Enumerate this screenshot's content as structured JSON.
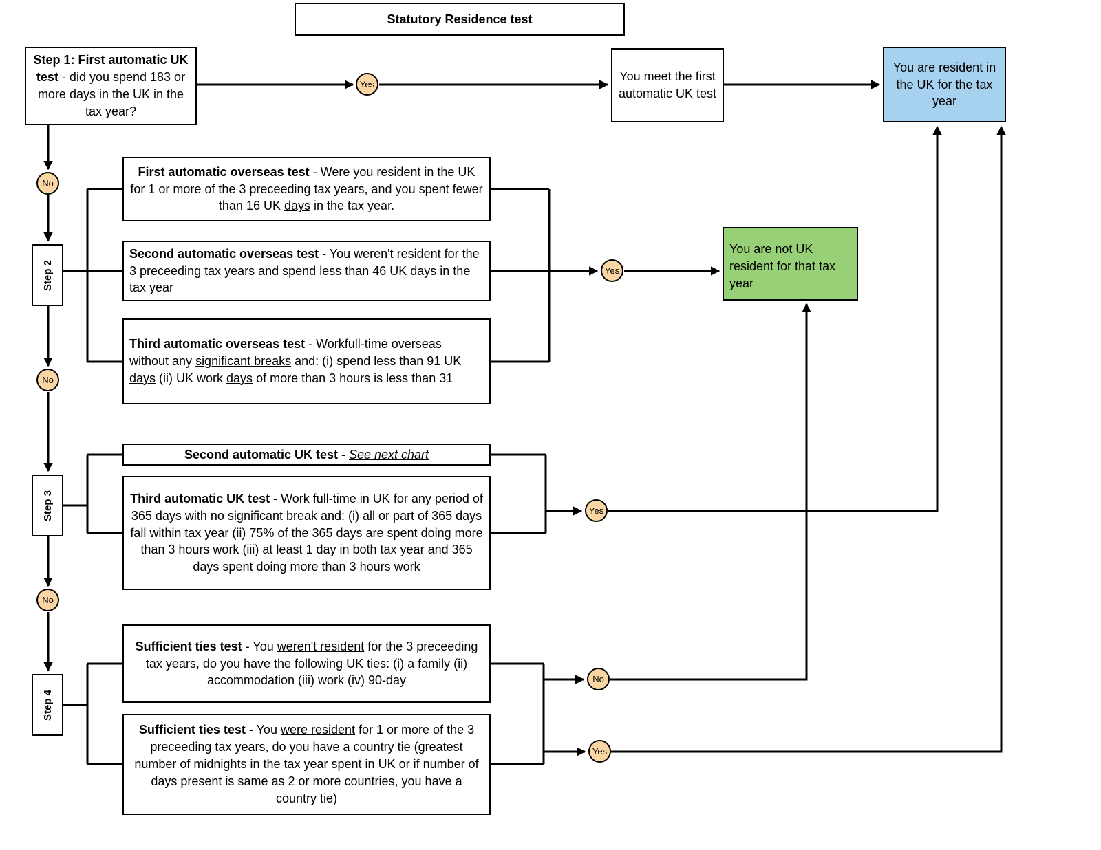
{
  "title": "Statutory Residence test",
  "colors": {
    "decision_circle_fill": "#F9D6A3",
    "resident_box_fill": "#A6D2F0",
    "not_resident_box_fill": "#97D077",
    "line_color": "#000000"
  },
  "step_labels": {
    "step2": "Step 2",
    "step3": "Step 3",
    "step4": "Step 4"
  },
  "circles": {
    "yes1": "Yes",
    "no1": "No",
    "yes2": "Yes",
    "no2": "No",
    "yes3": "Yes",
    "no3": "No",
    "no4": "No",
    "yes4": "Yes"
  },
  "boxes": {
    "step1": [
      {
        "t": "Step 1: First automatic UK test",
        "b": 1
      },
      {
        "t": " - did you spend 183 or more days in the UK in the tax year?"
      }
    ],
    "meet_first_test": "You meet the first automatic UK test",
    "resident": "You are resident in the UK for the tax year",
    "not_resident": "You are not UK resident for that tax year",
    "overseas1": [
      {
        "t": "First automatic overseas test",
        "b": 1
      },
      {
        "t": " - Were you resident in the UK for 1 or more of the 3 preceeding tax years, and you spent fewer than 16 UK "
      },
      {
        "t": "days",
        "u": 1
      },
      {
        "t": " in the tax year."
      }
    ],
    "overseas2": [
      {
        "t": "Second automatic overseas test",
        "b": 1
      },
      {
        "t": " - You weren't resident for the 3 preceeding tax years and spend less than 46 UK "
      },
      {
        "t": "days",
        "u": 1
      },
      {
        "t": " in the tax year"
      }
    ],
    "overseas3": [
      {
        "t": "Third automatic overseas test",
        "b": 1
      },
      {
        "t": " - "
      },
      {
        "t": "Workfull-time overseas",
        "u": 1
      },
      {
        "t": " without any "
      },
      {
        "t": "significant breaks",
        "u": 1
      },
      {
        "t": " and: (i) spend less than 91 UK "
      },
      {
        "t": "days",
        "u": 1
      },
      {
        "t": " (ii) UK work "
      },
      {
        "t": "days",
        "u": 1
      },
      {
        "t": " of more than 3 hours is less than 31"
      }
    ],
    "uk2": [
      {
        "t": "Second automatic UK test",
        "b": 1
      },
      {
        "t": " - "
      },
      {
        "t": "See next chart",
        "i": 1,
        "u": 1
      }
    ],
    "uk3": [
      {
        "t": "Third automatic UK test",
        "b": 1
      },
      {
        "t": " - Work full-time in UK for any period of 365 days with no significant break and: (i) all or part of 365 days fall within tax year (ii) 75% of the 365 days are spent doing more than 3 hours work (iii) at least 1 day in both tax year and 365 days spent doing more than 3 hours work"
      }
    ],
    "ties1": [
      {
        "t": "Sufficient ties test",
        "b": 1
      },
      {
        "t": " -  You "
      },
      {
        "t": "weren't resident",
        "u": 1
      },
      {
        "t": " for the 3 preceeding tax years, do you have the following UK ties: (i) a family (ii) accommodation (iii) work (iv) 90-day"
      }
    ],
    "ties2": [
      {
        "t": "Sufficient ties test",
        "b": 1
      },
      {
        "t": " -  You "
      },
      {
        "t": "were resident",
        "u": 1
      },
      {
        "t": " for 1 or more of the 3 preceeding tax years, do you have a country tie (greatest number of midnights in the tax year spent in UK or if number of days present is same as 2 or more countries, you have a country tie)"
      }
    ]
  }
}
